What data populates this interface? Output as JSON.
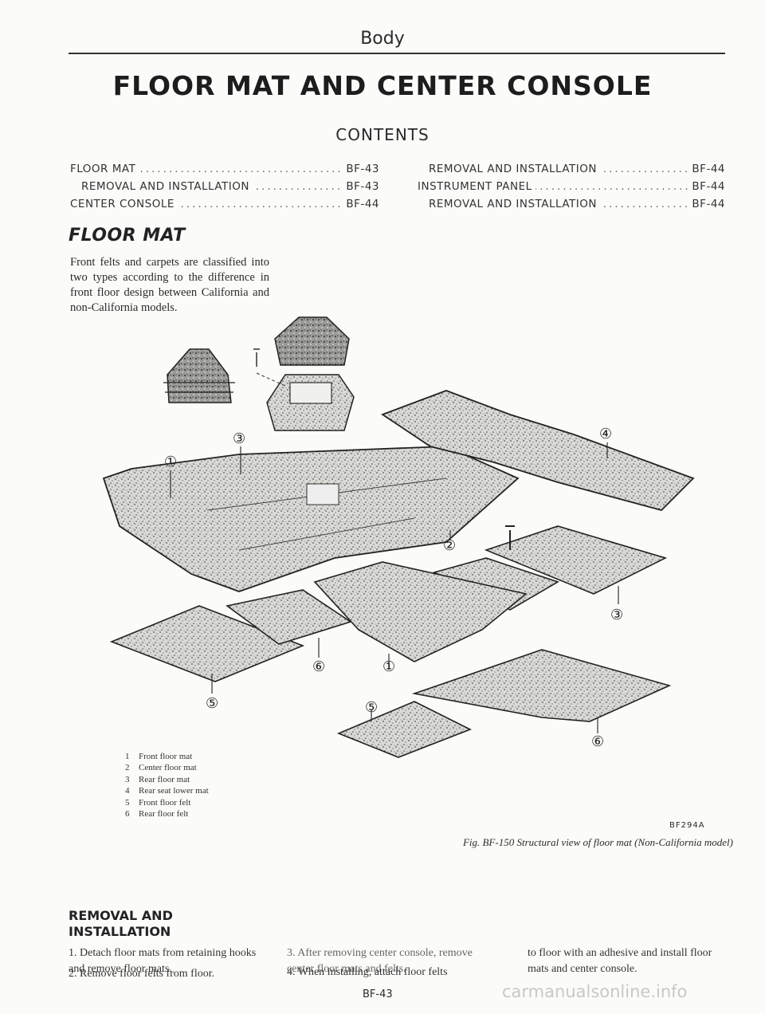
{
  "page": {
    "section_header": "Body",
    "title": "FLOOR MAT AND CENTER CONSOLE",
    "page_number": "BF-43",
    "watermark": "carmanualsonline.info"
  },
  "contents": {
    "heading": "CONTENTS",
    "left": [
      {
        "label": "FLOOR MAT",
        "page": "BF-43"
      },
      {
        "label": "REMOVAL AND INSTALLATION",
        "page": "BF-43"
      },
      {
        "label": "CENTER CONSOLE",
        "page": "BF-44"
      }
    ],
    "right": [
      {
        "label": "REMOVAL AND INSTALLATION",
        "page": "BF-44"
      },
      {
        "label": "INSTRUMENT PANEL",
        "page": "BF-44"
      },
      {
        "label": "REMOVAL AND INSTALLATION",
        "page": "BF-44"
      }
    ]
  },
  "floor_mat": {
    "heading": "FLOOR MAT",
    "intro": "Front felts and carpets are classified into two types according to the difference in front floor design between California and non-California models."
  },
  "figure": {
    "code": "BF294A",
    "caption": "Fig. BF-150 Structural view of floor mat (Non-California model)",
    "callouts": [
      "①",
      "②",
      "③",
      "④",
      "⑤",
      "⑥"
    ],
    "legend": [
      {
        "num": "1",
        "text": "Front floor mat"
      },
      {
        "num": "2",
        "text": "Center floor mat"
      },
      {
        "num": "3",
        "text": "Rear floor mat"
      },
      {
        "num": "4",
        "text": "Rear seat lower mat"
      },
      {
        "num": "5",
        "text": "Front floor felt"
      },
      {
        "num": "6",
        "text": "Rear floor felt"
      }
    ]
  },
  "removal": {
    "heading_line1": "REMOVAL AND",
    "heading_line2": "INSTALLATION",
    "steps": [
      "1.  Detach floor mats from retaining hooks and remove floor mats.",
      "2.  Remove floor felts from floor.",
      "3.  After removing center console, remove center floor mats and felts.",
      "4.  When installing, attach floor felts",
      "to floor with an adhesive and install floor mats and center console."
    ]
  }
}
